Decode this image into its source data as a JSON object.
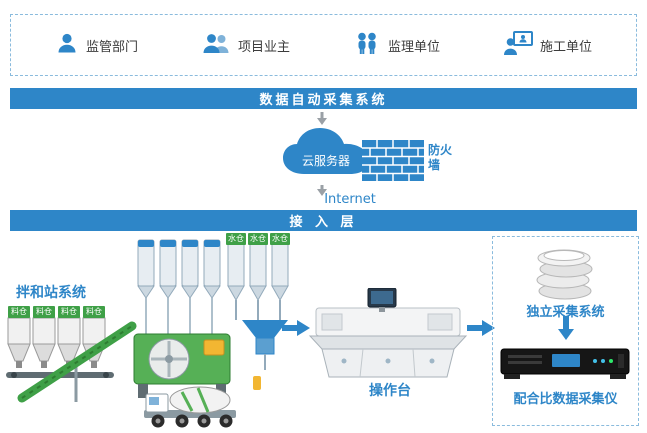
{
  "stakeholders": {
    "items": [
      {
        "label": "监管部门",
        "icon": "person-icon"
      },
      {
        "label": "项目业主",
        "icon": "people-icon"
      },
      {
        "label": "监理单位",
        "icon": "two-persons-icon"
      },
      {
        "label": "施工单位",
        "icon": "presenter-icon"
      }
    ]
  },
  "banners": {
    "top": "数据自动采集系统",
    "access": "接 入 层"
  },
  "network": {
    "cloud": "云服务器",
    "firewall": "防火墙",
    "internet": "Internet"
  },
  "plant": {
    "title": "拌和站系统",
    "material_bins": [
      "料仓",
      "料仓",
      "料仓",
      "料仓"
    ],
    "water_bins": [
      "水仓",
      "水仓",
      "水仓"
    ],
    "console": "操作台"
  },
  "acquisition": {
    "independent_system": "独立采集系统",
    "collector": "配合比数据采集仪"
  },
  "colors": {
    "primary_blue": "#2e86c8",
    "light_blue": "#7fb2d9",
    "green": "#3fa047",
    "dashed_border": "#8abbdd"
  }
}
